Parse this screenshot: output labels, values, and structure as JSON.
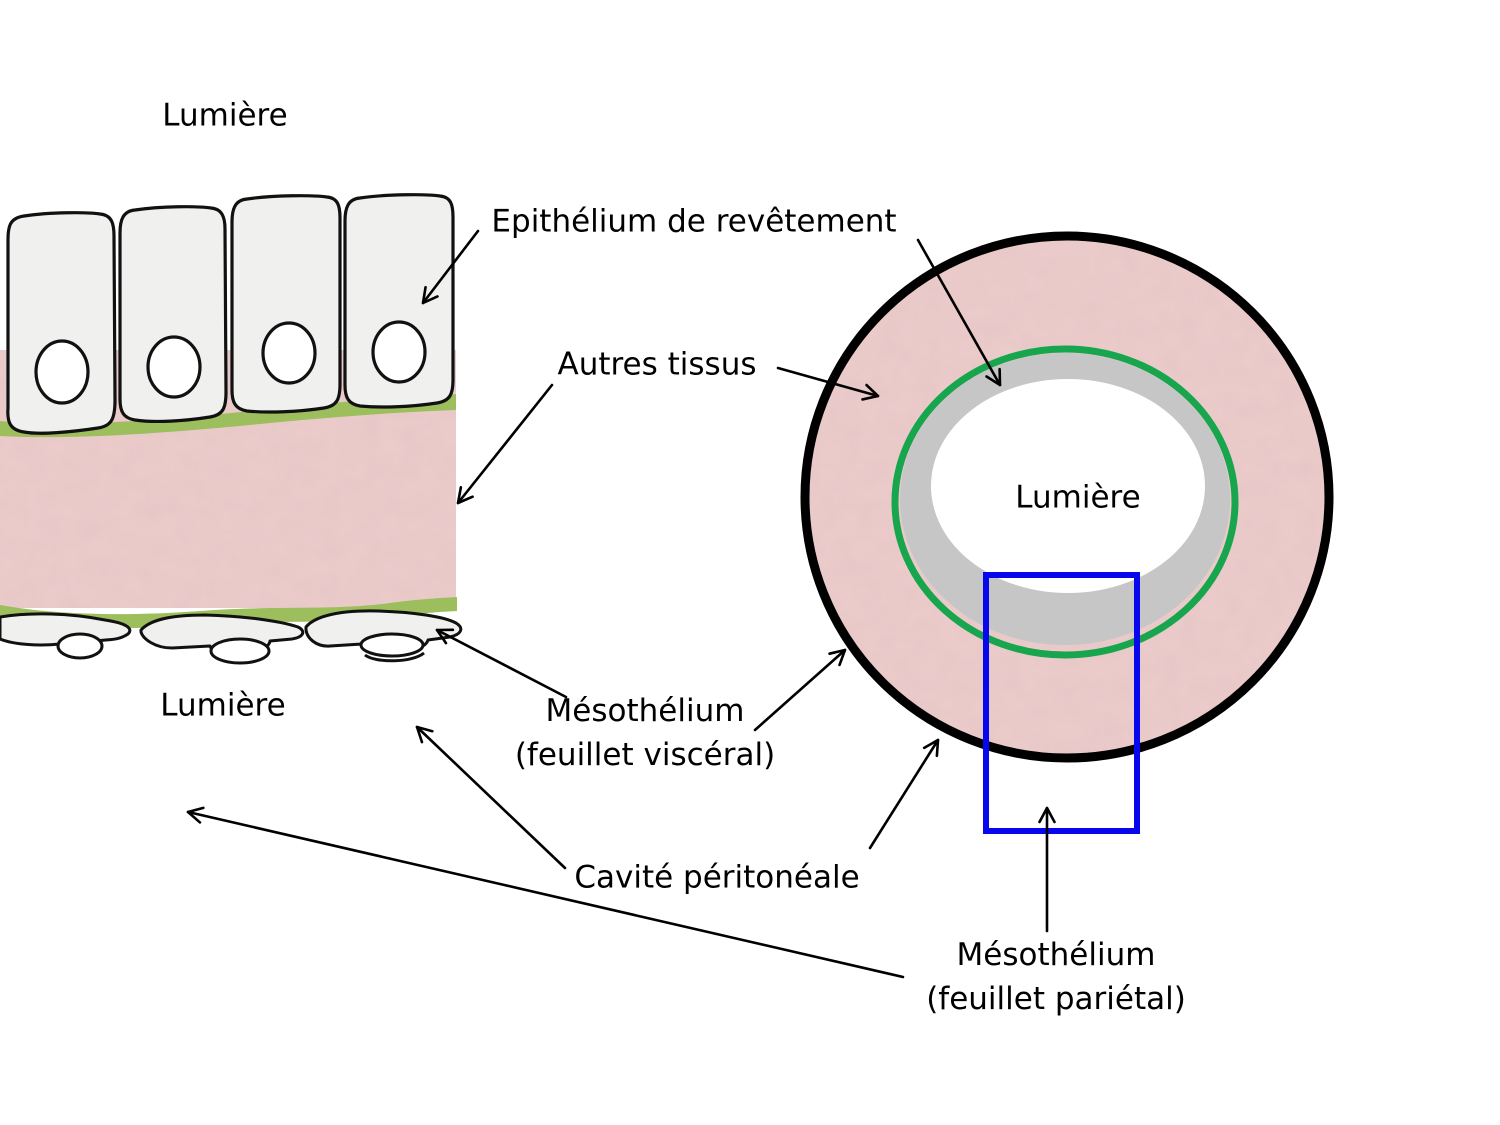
{
  "diagram": {
    "title_context": "Histology schematic of epithelium and mesothelium (French)",
    "labels": {
      "lumiere_top": "Lumière",
      "lumiere_bottom": "Lumière",
      "lumiere_circle": "Lumière",
      "epithelium": "Epithélium de revêtement",
      "autres_tissus": "Autres tissus",
      "meso_visceral_line1": "Mésothélium",
      "meso_visceral_line2": "(feuillet viscéral)",
      "cavite": "Cavité péritonéale",
      "meso_parietal_line1": "Mésothélium",
      "meso_parietal_line2": "(feuillet pariétal)"
    },
    "colors": {
      "tissue_pink": "#eccccb",
      "tissue_pink_mottle": "#c28c8c",
      "basement_green_band": "#9dbe5c",
      "basement_green_ring": "#17a54d",
      "epithelium_gray_ring": "#c6c6c6",
      "selection_blue": "#0707ee",
      "cell_fill": "#f0f0ef",
      "outline_black": "#111111",
      "lumen_white": "#ffffff"
    }
  }
}
